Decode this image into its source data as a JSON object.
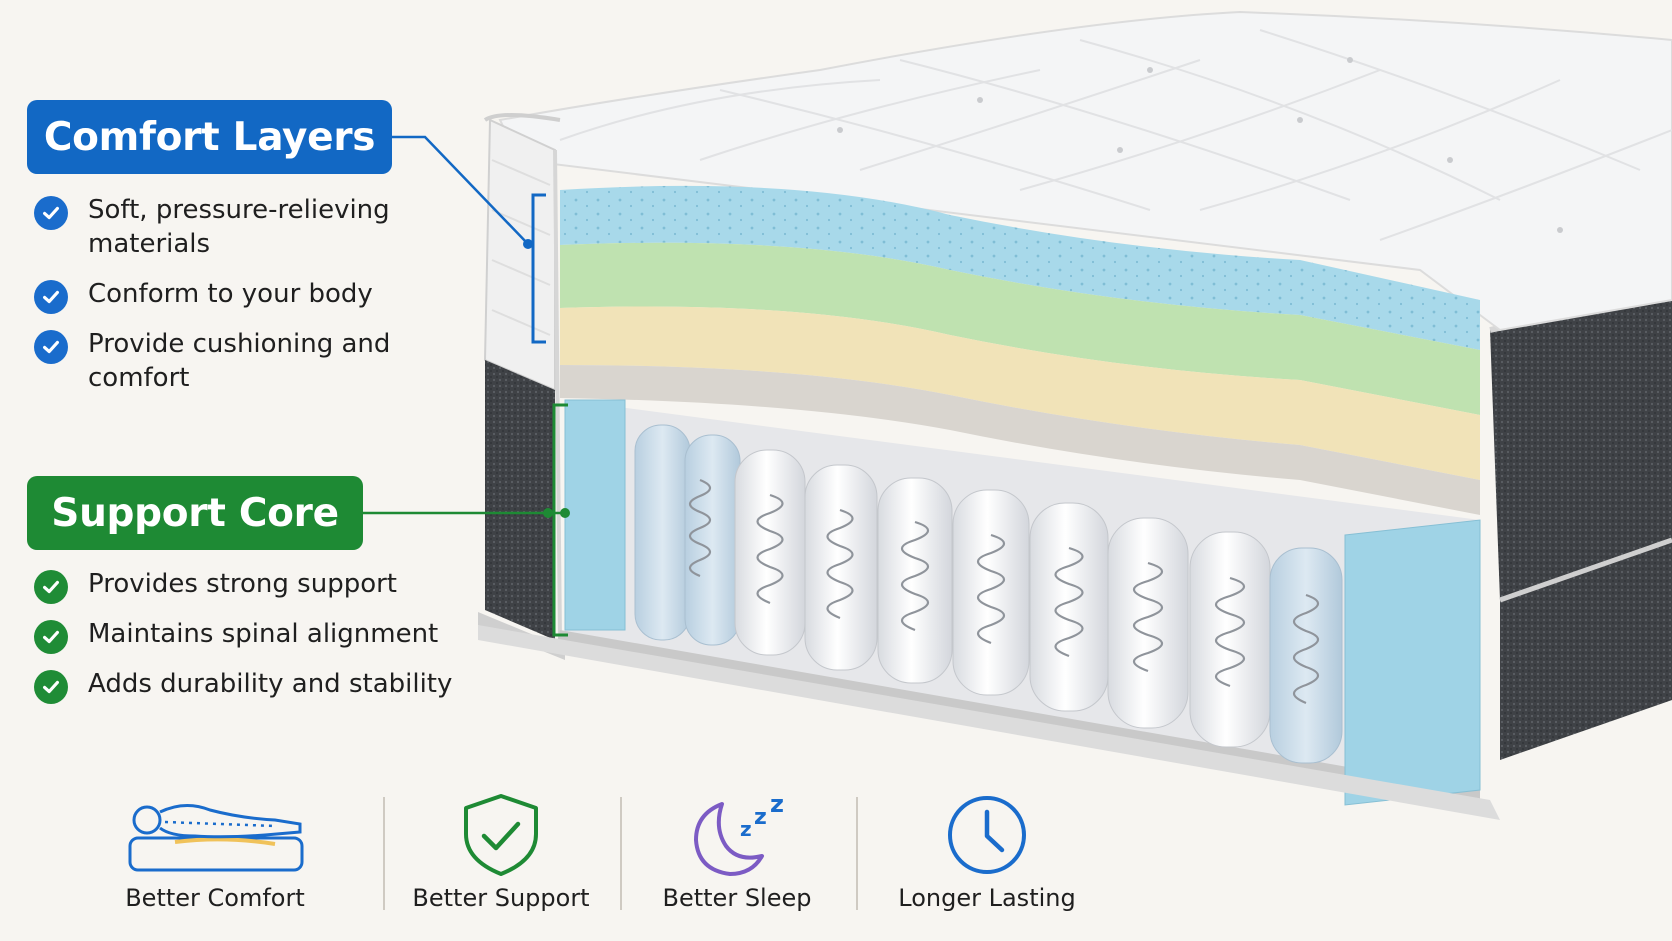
{
  "comfort_layers": {
    "title": "Comfort Layers",
    "color": "#1268c4",
    "points": [
      "Soft, pressure-relieving materials",
      "Conform to your body",
      "Provide cushioning and comfort"
    ]
  },
  "support_core": {
    "title": "Support Core",
    "color": "#1e8a34",
    "points": [
      "Provides strong support",
      "Maintains spinal alignment",
      "Adds durability and stability"
    ]
  },
  "benefits": [
    {
      "label": "Better Comfort",
      "icon": "body-on-mattress-icon"
    },
    {
      "label": "Better Support",
      "icon": "shield-check-icon"
    },
    {
      "label": "Better Sleep",
      "icon": "moon-zzz-icon"
    },
    {
      "label": "Longer Lasting",
      "icon": "clock-icon"
    }
  ],
  "layer_colors": {
    "gel_foam": "#a8d9ea",
    "green_foam": "#bfe2b0",
    "cream_foam": "#f1e3b8",
    "fiber_pad": "#d9d5cf",
    "coils": "#f2f3f5",
    "edge_foam": "#9fd3e6",
    "base_knit": "#3e4145"
  }
}
